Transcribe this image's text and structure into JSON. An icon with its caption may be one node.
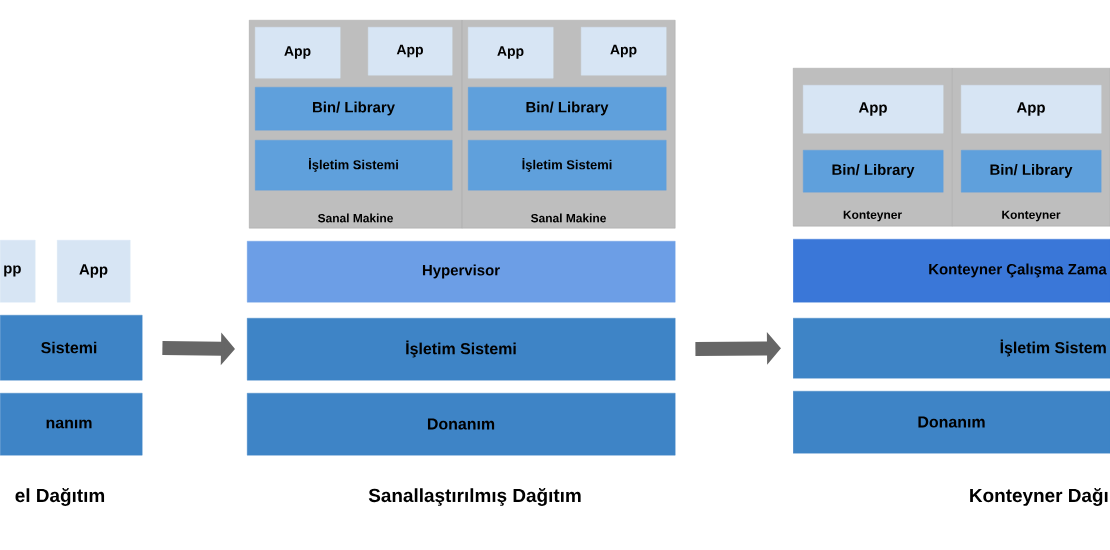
{
  "diagram": {
    "nodes": [
      {
        "text": [
          "pp"
        ]
      },
      {
        "text": [
          "App"
        ]
      },
      {
        "text": [
          "Sistemi"
        ]
      },
      {
        "text": [
          "nanım"
        ]
      },
      {
        "text": [
          "Sanal Makine"
        ]
      },
      {
        "text": [
          "App"
        ],
        "in": 4
      },
      {
        "text": [
          "App"
        ],
        "in": 4
      },
      {
        "text": [
          "Bin/ Library"
        ],
        "in": 4
      },
      {
        "text": [
          "İşletim Sistemi"
        ],
        "in": 4
      },
      {
        "text": [
          "Sanal Makine"
        ]
      },
      {
        "text": [
          "App"
        ],
        "in": 9
      },
      {
        "text": [
          "App"
        ],
        "in": 9
      },
      {
        "text": [
          "Bin/ Library"
        ],
        "in": 9
      },
      {
        "text": [
          "İşletim Sistemi"
        ],
        "in": 9
      },
      {
        "text": [
          "Hypervisor"
        ]
      },
      {
        "text": [
          "İşletim Sistemi"
        ]
      },
      {
        "text": [
          "Donanım"
        ]
      },
      {
        "text": [
          "Konteyner"
        ]
      },
      {
        "text": [
          "App"
        ],
        "in": 17
      },
      {
        "text": [
          "Bin/ Library"
        ],
        "in": 17
      },
      {
        "text": [
          "Konteyner"
        ]
      },
      {
        "text": [
          "App"
        ],
        "in": 20
      },
      {
        "text": [
          "Bin/ Library"
        ],
        "in": 20
      },
      {
        "text": [
          "Konteyner Çalışma Zama"
        ]
      },
      {
        "text": [
          "İşletim Sistem"
        ]
      },
      {
        "text": [
          "Donanım"
        ]
      }
    ],
    "edges": [
      {
        "from": 2,
        "to": 15,
        "arrow": "to"
      },
      {
        "from": 15,
        "to": 24,
        "arrow": "to"
      }
    ],
    "labels": [
      "el Dağıtım",
      "Sanallaştırılmış Dağıtım",
      "Konteyner Dağı"
    ]
  }
}
